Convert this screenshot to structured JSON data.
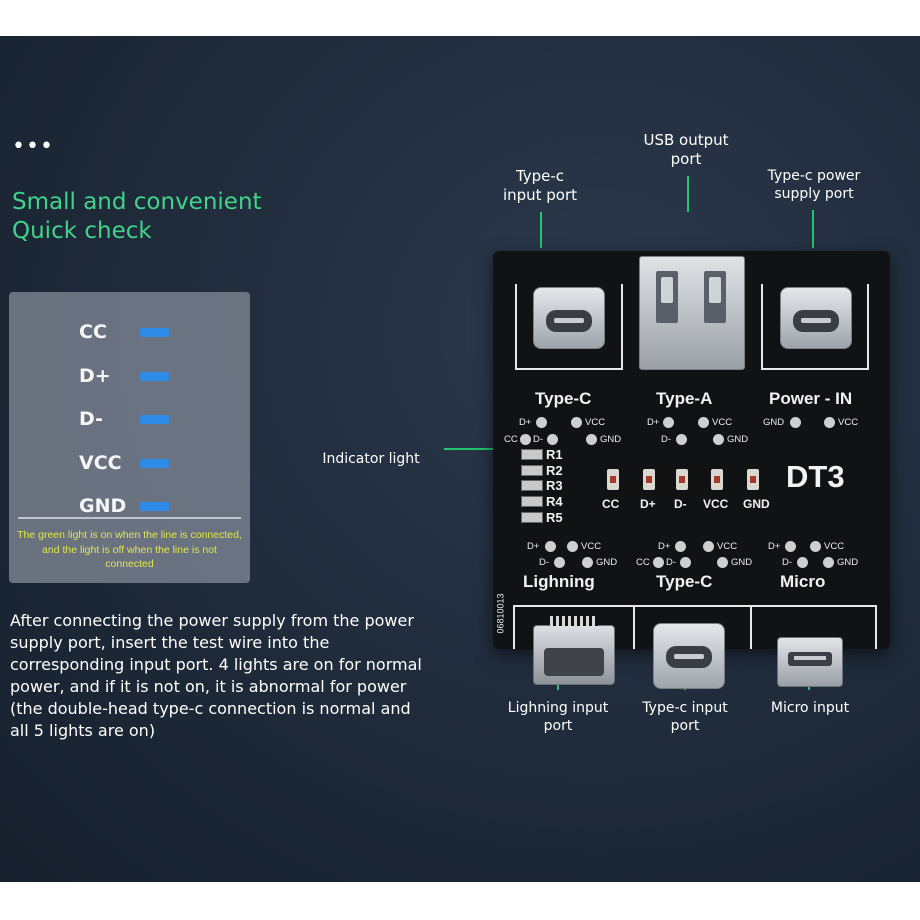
{
  "dots": "•••",
  "headline": {
    "line1": "Small and convenient",
    "line2": "Quick check"
  },
  "legend": {
    "items": [
      {
        "label": "CC",
        "color": "#2f8ff0"
      },
      {
        "label": "D+",
        "color": "#2f8ff0"
      },
      {
        "label": "D-",
        "color": "#2f8ff0"
      },
      {
        "label": "VCC",
        "color": "#2f8ff0"
      },
      {
        "label": "GND",
        "color": "#2f8ff0"
      }
    ],
    "note": "The green light is on when the line is connected, and the light is off when the line is not connected"
  },
  "paragraph": {
    "lines": [
      "After connecting the power supply from the power",
      "supply port, insert the test wire into the",
      "corresponding input port. 4 lights are on for normal",
      "power, and if it is not on, it is abnormal for power",
      "(the double-head type-c connection is normal and",
      "all 5 lights are on)"
    ]
  },
  "callouts": {
    "usb_output": {
      "line1": "USB output",
      "line2": "port"
    },
    "typec_input": {
      "line1": "Type-c",
      "line2": "input port"
    },
    "typec_power": {
      "line1": "Type-c power",
      "line2": "supply port"
    },
    "indicator": "Indicator light",
    "lightning_input": {
      "line1": "Lighning input",
      "line2": "port"
    },
    "typec_input_bottom": {
      "line1": "Type-c input",
      "line2": "port"
    },
    "micro_input": "Micro input"
  },
  "board": {
    "section_top": {
      "typec": "Type-C",
      "typea": "Type-A",
      "power": "Power - IN"
    },
    "section_bottom": {
      "lightning": "Lighning",
      "typec": "Type-C",
      "micro": "Micro"
    },
    "model": "DT3",
    "serial": "06810013",
    "resistors": [
      "R1",
      "R2",
      "R3",
      "R4",
      "R5"
    ],
    "leds": [
      "CC",
      "D+",
      "D-",
      "VCC",
      "GND"
    ],
    "pins": {
      "dplus": "D+",
      "dminus": "D-",
      "cc": "CC",
      "vcc": "VCC",
      "gnd": "GND"
    }
  }
}
